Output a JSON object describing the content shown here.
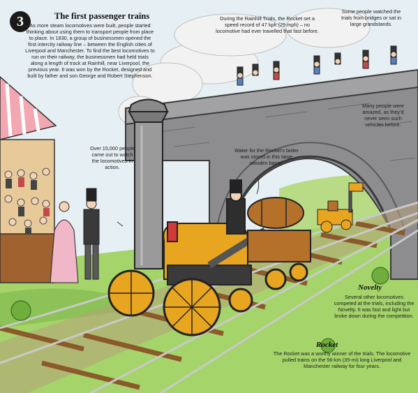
{
  "badge": {
    "number": "3"
  },
  "intro": {
    "title": "The first passenger trains",
    "body": "As more steam locomotives were built, people started thinking about using them to transport people from place to place. In 1830, a group of businessmen opened the first intercity railway line – between the English cities of Liverpool and Manchester. To find the best locomotives to run on their railway, the businessmen had held trials along a length of track at Rainhill, near Liverpool, the previous year. It was won by the Rocket, designed and built by father and son George and Robert Stephenson."
  },
  "callouts": {
    "speed_record": "During the Rainhill Trials, the Rocket set a speed record of 47 kph (29 mph) – no locomotive had ever travelled that fast before.",
    "bridges": "Some people watched the trials from bridges or sat in large grandstands.",
    "amazed": "Many people were amazed, as they’d never seen such vehicles before.",
    "crowd": "Over 15,000 people came out to watch the locomotives in action.",
    "barrel": "Water for the Rocket’s boiler was stored in this large wooden barrel."
  },
  "novelty": {
    "title": "Novelty",
    "body": "Several other locomotives competed at the trials, including the Novelty. It was fast and light but broke down during the competition."
  },
  "rocket": {
    "title": "Rocket",
    "body": "The Rocket was a worthy winner of the trials. The locomotive pulled trains on the 56-km (35-mi) long Liverpool and Manchester railway for four years."
  },
  "colors": {
    "sky": "#dfeaf0",
    "stone": "#8a8a8c",
    "stone_dark": "#6e6e72",
    "grass": "#9ccf63",
    "locomotive_yellow": "#e8a520",
    "locomotive_dark": "#3a3a3a",
    "chimney": "#9a9a9a",
    "barrel": "#b5702a",
    "tent_pink": "#f2a7b3",
    "rail": "#c0c0c0",
    "sleeper": "#8b5a2b"
  }
}
